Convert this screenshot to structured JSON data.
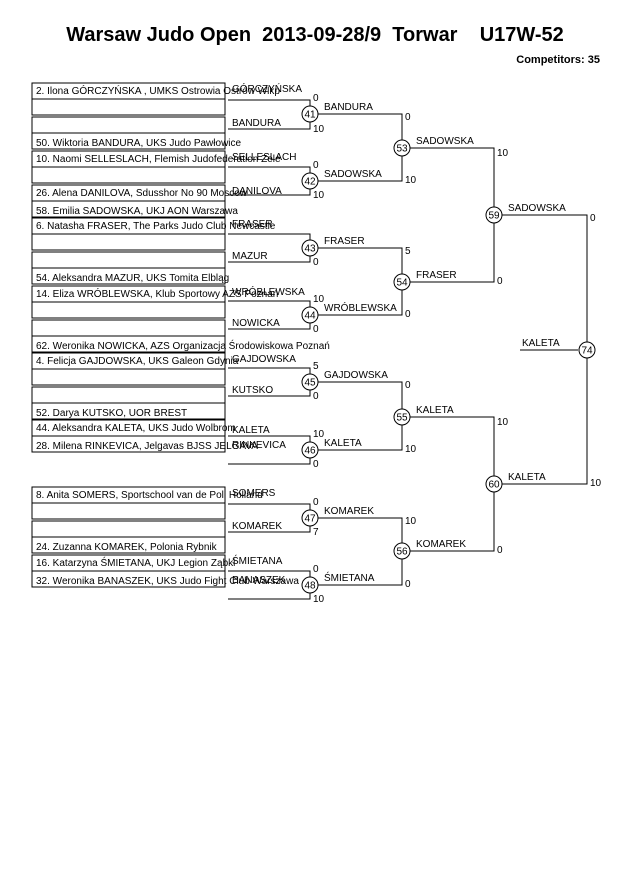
{
  "header": {
    "title": "Warsaw Judo Open  2013-09-28/9  Torwar    U17W-52",
    "competitors": "Competitors: 35"
  },
  "boxes": [
    {
      "top": "2. Ilona GÓRCZYŃSKA , UMKS Ostrowia Ostrów Wlkp",
      "top_overlay": "GÓRCZYŃSKA",
      "bottom": ""
    },
    {
      "top": "",
      "bottom": "50. Wiktoria BANDURA, UKS Judo Pawłowice"
    },
    {
      "top": "10. Naomi SELLESLACH, Flemish Judofederation Zele",
      "top_overlay": "SELLESLACH",
      "bottom": ""
    },
    {
      "top": "26. Alena DANILOVA, Sdusshor No 90 Moscow",
      "top_overlay": "DANILOVA",
      "bottom": "58. Emilia SADOWSKA, UKJ AON Warszawa"
    },
    {
      "top": "6. Natasha FRASER, The Parks Judo Club Newcastle",
      "top_overlay": "FRASER",
      "bottom": ""
    },
    {
      "top": "",
      "bottom": "54. Aleksandra MAZUR, UKS Tomita Elbląg"
    },
    {
      "top": "14. Eliza WRÓBLEWSKA, Klub Sportowy AZS Poznań",
      "top_overlay": "WRÓBLEWSKA",
      "bottom": ""
    },
    {
      "top": "",
      "bottom": "62. Weronika NOWICKA, AZS Organizacja Środowiskowa Poznań"
    },
    {
      "top": "4. Felicja GAJDOWSKA, UKS Galeon Gdynia",
      "top_overlay": "GAJDOWSKA",
      "bottom": ""
    },
    {
      "top": "",
      "bottom": "52. Darya KUTSKO, UOR BREST"
    },
    {
      "top": "44. Aleksandra KALETA, UKS Judo  Wolbrom",
      "top_overlay": "",
      "bottom": "28. Milena RINKEVICA, Jelgavas BJSS JELGAVA",
      "bottom_overlay": "RINKEVICA"
    },
    {
      "top": "8. Anita SOMERS, Sportschool van de Poll Holland",
      "top_overlay": "SOMERS",
      "bottom": ""
    },
    {
      "top": "",
      "bottom": "24. Zuzanna KOMAREK, Polonia Rybnik"
    },
    {
      "top": "16. Katarzyna ŚMIETANA, UKJ Legion Ząbki",
      "top_overlay": "ŚMIETANA",
      "bottom": "32. Weronika BANASZEK, UKS Judo Fight Club Warszawa",
      "bottom_overlay": "BANASZEK"
    }
  ],
  "round1": [
    {
      "num": "41",
      "top": "",
      "bottom": "BANDURA",
      "winner": "BANDURA",
      "s_top": "0",
      "s_bottom": "10"
    },
    {
      "num": "42",
      "top": "",
      "bottom": "",
      "winner": "SADOWSKA",
      "s_top": "0",
      "s_bottom": "10"
    },
    {
      "num": "43",
      "top": "",
      "bottom": "MAZUR",
      "winner": "FRASER",
      "s_top": "",
      "s_bottom": "0"
    },
    {
      "num": "44",
      "top": "",
      "bottom": "NOWICKA",
      "winner": "WRÓBLEWSKA",
      "s_top": "10",
      "s_bottom": "0"
    },
    {
      "num": "45",
      "top": "",
      "bottom": "KUTSKO",
      "winner": "GAJDOWSKA",
      "s_top": "5",
      "s_bottom": "0"
    },
    {
      "num": "46",
      "top": "KALETA",
      "bottom": "",
      "winner": "KALETA",
      "s_top": "10",
      "s_bottom": "0"
    },
    {
      "num": "47",
      "top": "",
      "bottom": "KOMAREK",
      "winner": "KOMAREK",
      "s_top": "0",
      "s_bottom": "7"
    },
    {
      "num": "48",
      "top": "",
      "bottom": "",
      "winner": "ŚMIETANA",
      "s_top": "0",
      "s_bottom": "10"
    }
  ],
  "round2": [
    {
      "num": "53",
      "winner": "SADOWSKA",
      "s_top": "0",
      "s_bottom": "10"
    },
    {
      "num": "54",
      "winner": "FRASER",
      "s_top": "5",
      "s_bottom": "0"
    },
    {
      "num": "55",
      "winner": "KALETA",
      "s_top": "0",
      "s_bottom": "10"
    },
    {
      "num": "56",
      "winner": "KOMAREK",
      "s_top": "10",
      "s_bottom": "0"
    }
  ],
  "round3": [
    {
      "num": "59",
      "winner": "SADOWSKA",
      "s_top": "10",
      "s_bottom": "0"
    },
    {
      "num": "60",
      "winner": "KALETA",
      "s_top": "10",
      "s_bottom": "0"
    }
  ],
  "final": {
    "num": "74",
    "winner": "KALETA",
    "s_top": "0",
    "s_bottom": "10"
  }
}
